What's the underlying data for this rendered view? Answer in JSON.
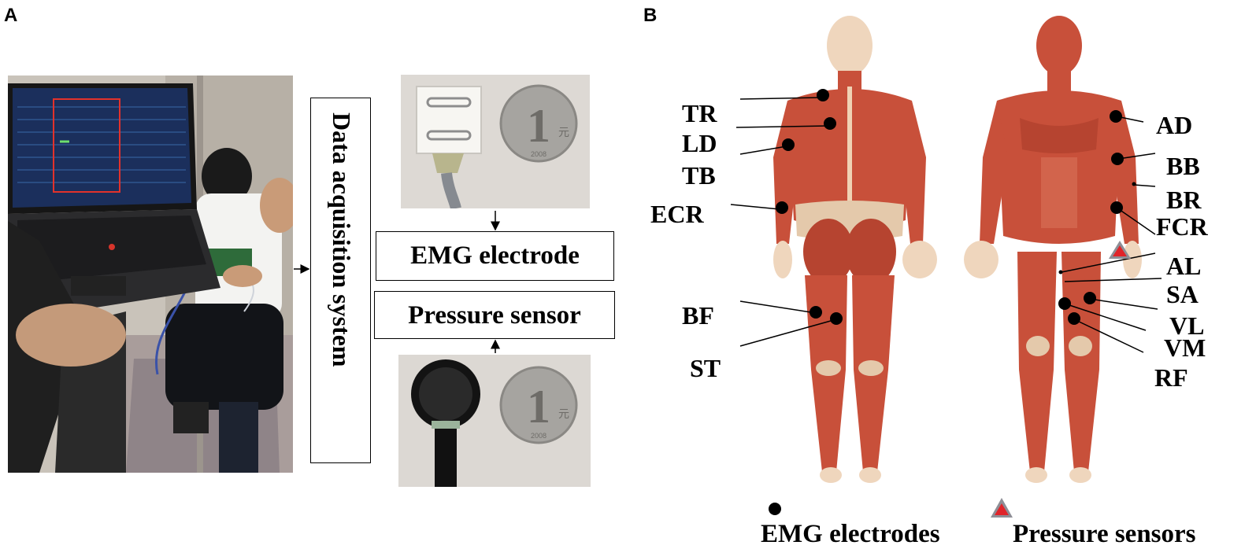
{
  "panels": {
    "a": "A",
    "b": "B"
  },
  "boxes": {
    "daq": "Data acquisition system",
    "emg": "EMG electrode",
    "pressure": "Pressure sensor"
  },
  "muscles_left": [
    "TR",
    "LD",
    "TB",
    "ECR",
    "BF",
    "ST"
  ],
  "muscles_right": [
    "AD",
    "BB",
    "BR",
    "FCR",
    "AL",
    "SA",
    "VL",
    "VM",
    "RF"
  ],
  "legend": {
    "emg_label": "EMG electrodes",
    "pressure_label": "Pressure sensors"
  },
  "colors": {
    "muscle": "#c8503a",
    "skin": "#f0d2b4",
    "tendon": "#f3e6d6",
    "sensor_triangle": "#e0242a",
    "sensor_outline": "#8e8e96"
  },
  "coin": {
    "digit": "1",
    "char": "元",
    "year": "2008"
  }
}
